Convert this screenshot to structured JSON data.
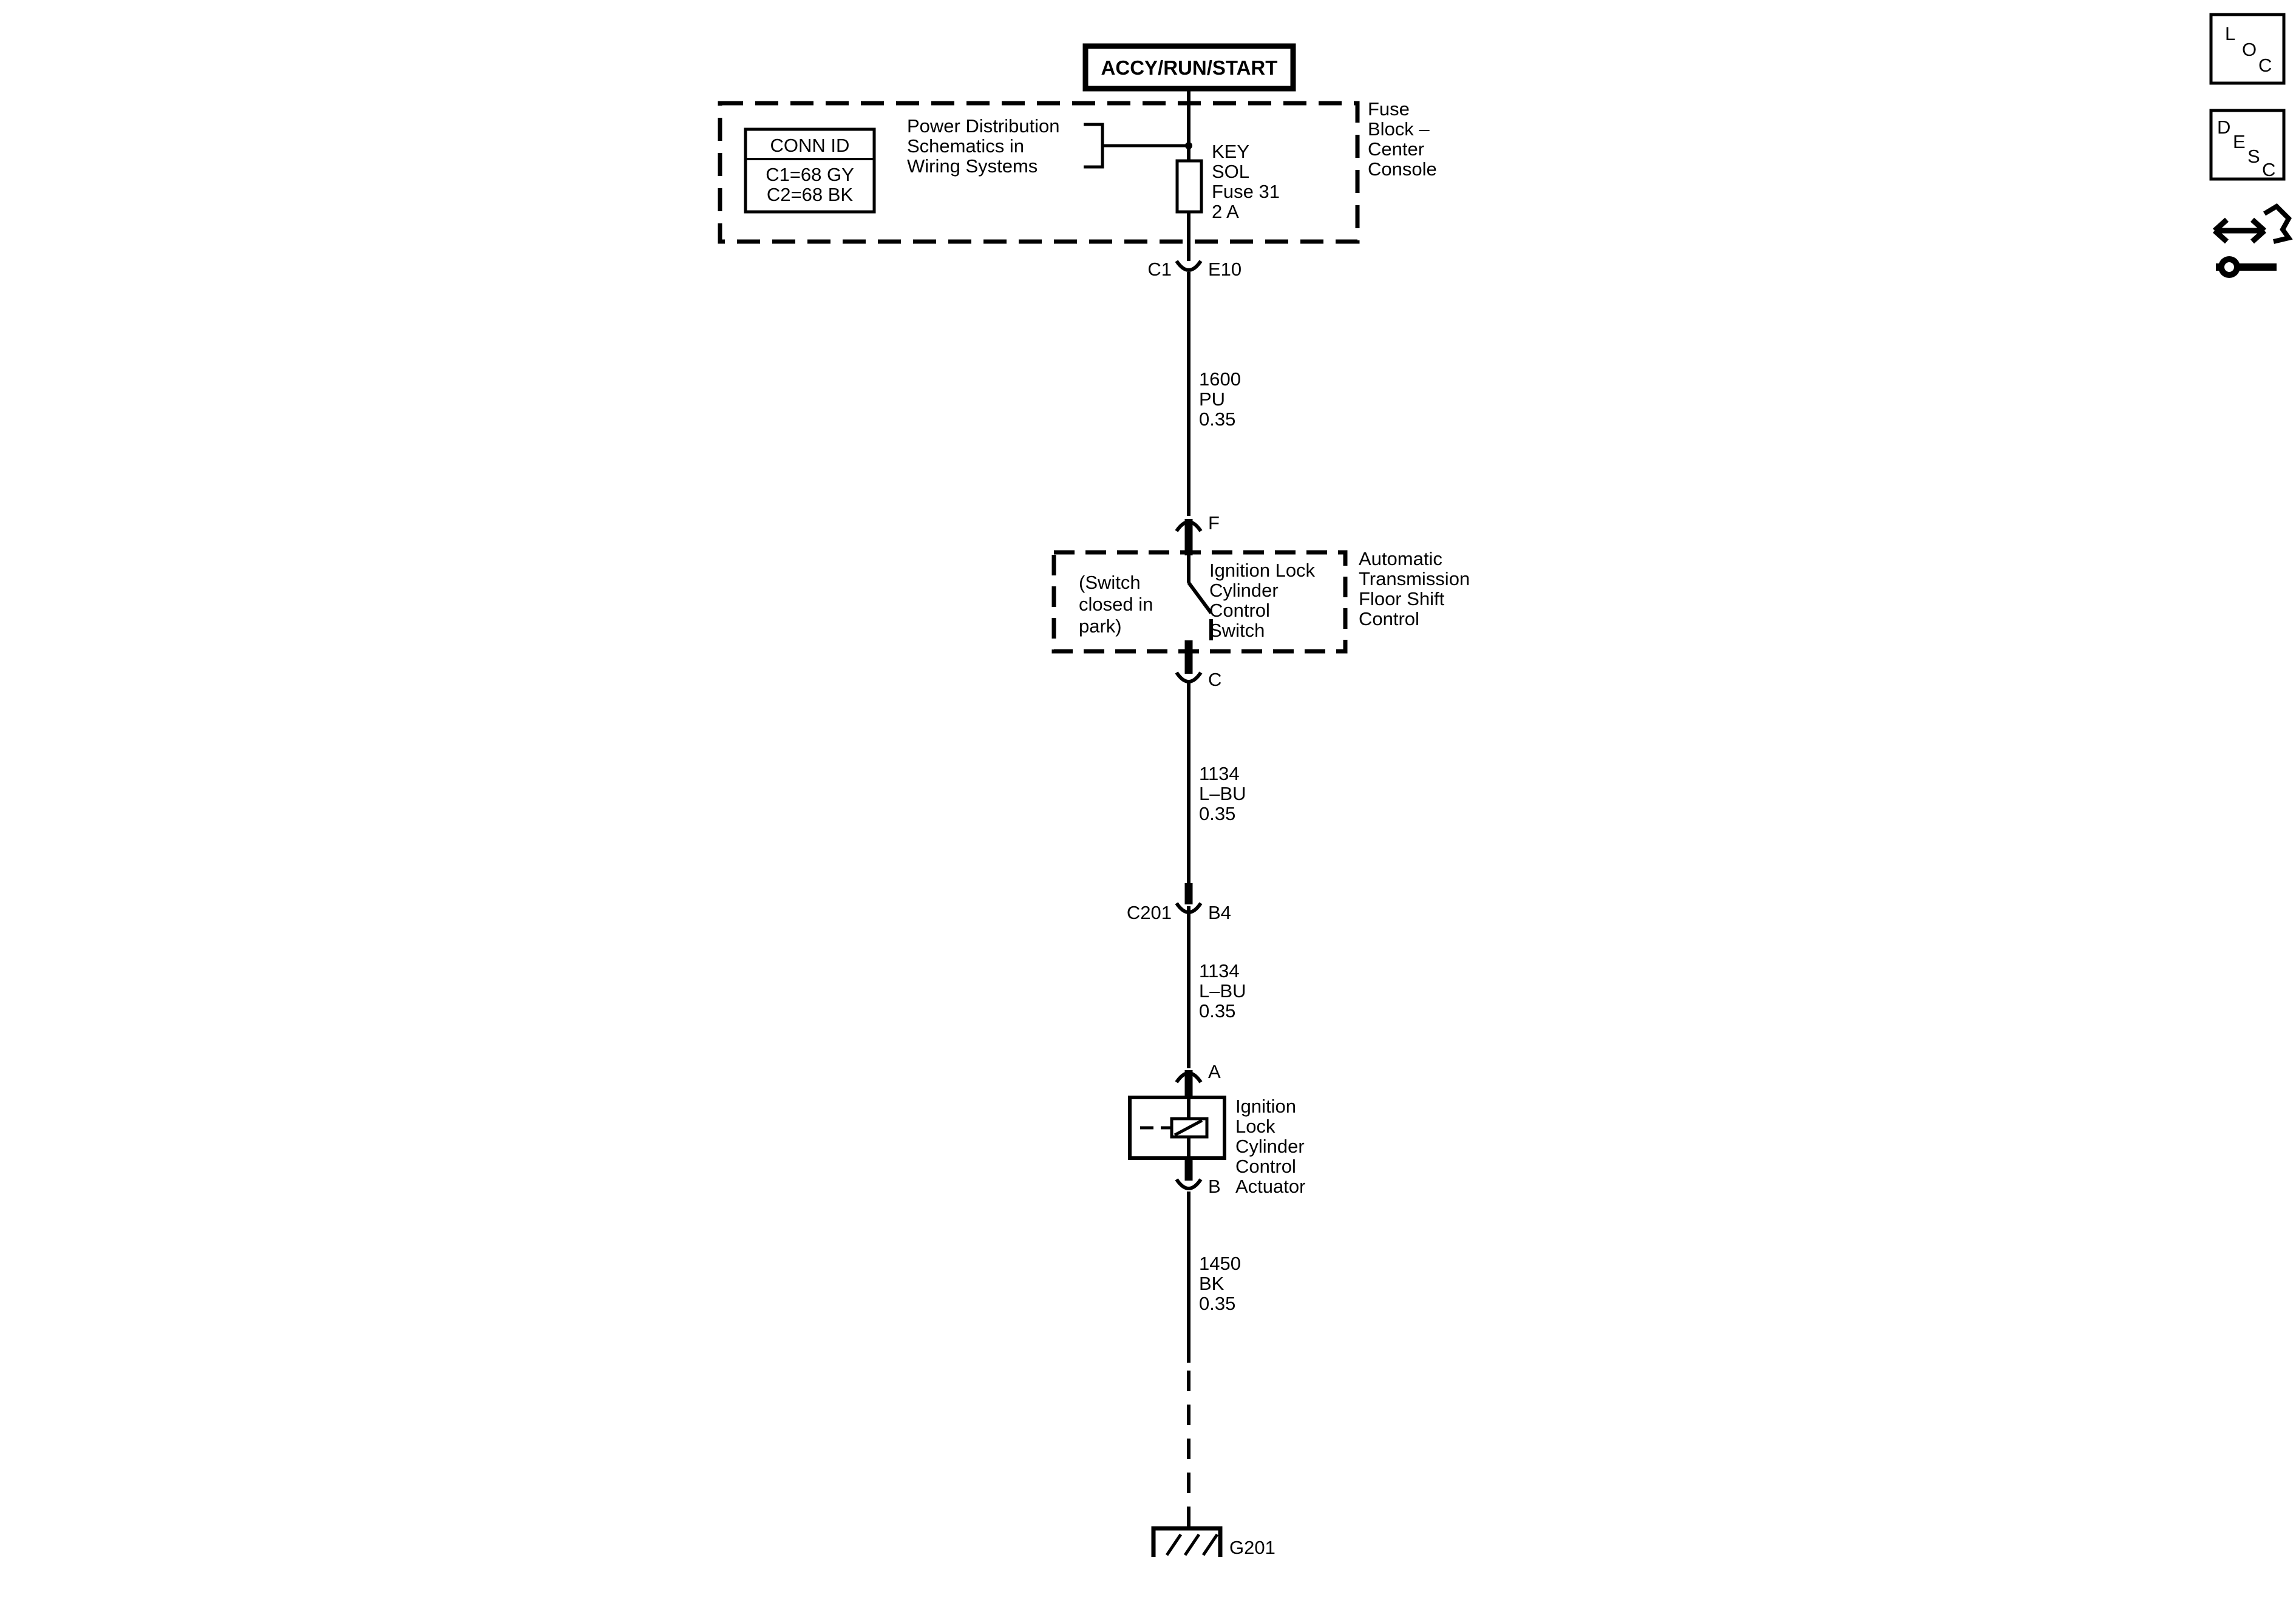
{
  "power_mode": "ACCY/RUN/START",
  "fuse_block": {
    "name": [
      "Fuse",
      "Block –",
      "Center",
      "Console"
    ],
    "conn_id_title": "CONN ID",
    "conn_id_rows": [
      "C1=68 GY",
      "C2=68 BK"
    ],
    "reference": [
      "Power Distribution",
      "Schematics in",
      "Wiring  Systems"
    ],
    "fuse": [
      "KEY",
      "SOL",
      "Fuse 31",
      "2 A"
    ],
    "connector": "C1",
    "pin": "E10"
  },
  "wire_1": [
    "1600",
    "PU",
    "0.35"
  ],
  "trans_control": {
    "pin_top": "F",
    "pin_bottom": "C",
    "note": [
      "(Switch",
      "closed in",
      "park)"
    ],
    "switch_name": [
      "Ignition Lock",
      "Cylinder",
      "Control",
      "Switch"
    ],
    "module_name": [
      "Automatic",
      "Transmission",
      "Floor Shift",
      "Control"
    ]
  },
  "wire_2": [
    "1134",
    "L–BU",
    "0.35"
  ],
  "inline_connector": {
    "name": "C201",
    "pin": "B4"
  },
  "wire_3": [
    "1134",
    "L–BU",
    "0.35"
  ],
  "actuator": {
    "pin_top": "A",
    "pin_bottom": "B",
    "name": [
      "Ignition",
      "Lock",
      "Cylinder",
      "Control",
      "Actuator"
    ]
  },
  "wire_4": [
    "1450",
    "BK",
    "0.35"
  ],
  "ground": "G201",
  "nav": {
    "loc": [
      "L",
      "O",
      "C"
    ],
    "desc": [
      "D",
      "E",
      "S",
      "C"
    ]
  }
}
